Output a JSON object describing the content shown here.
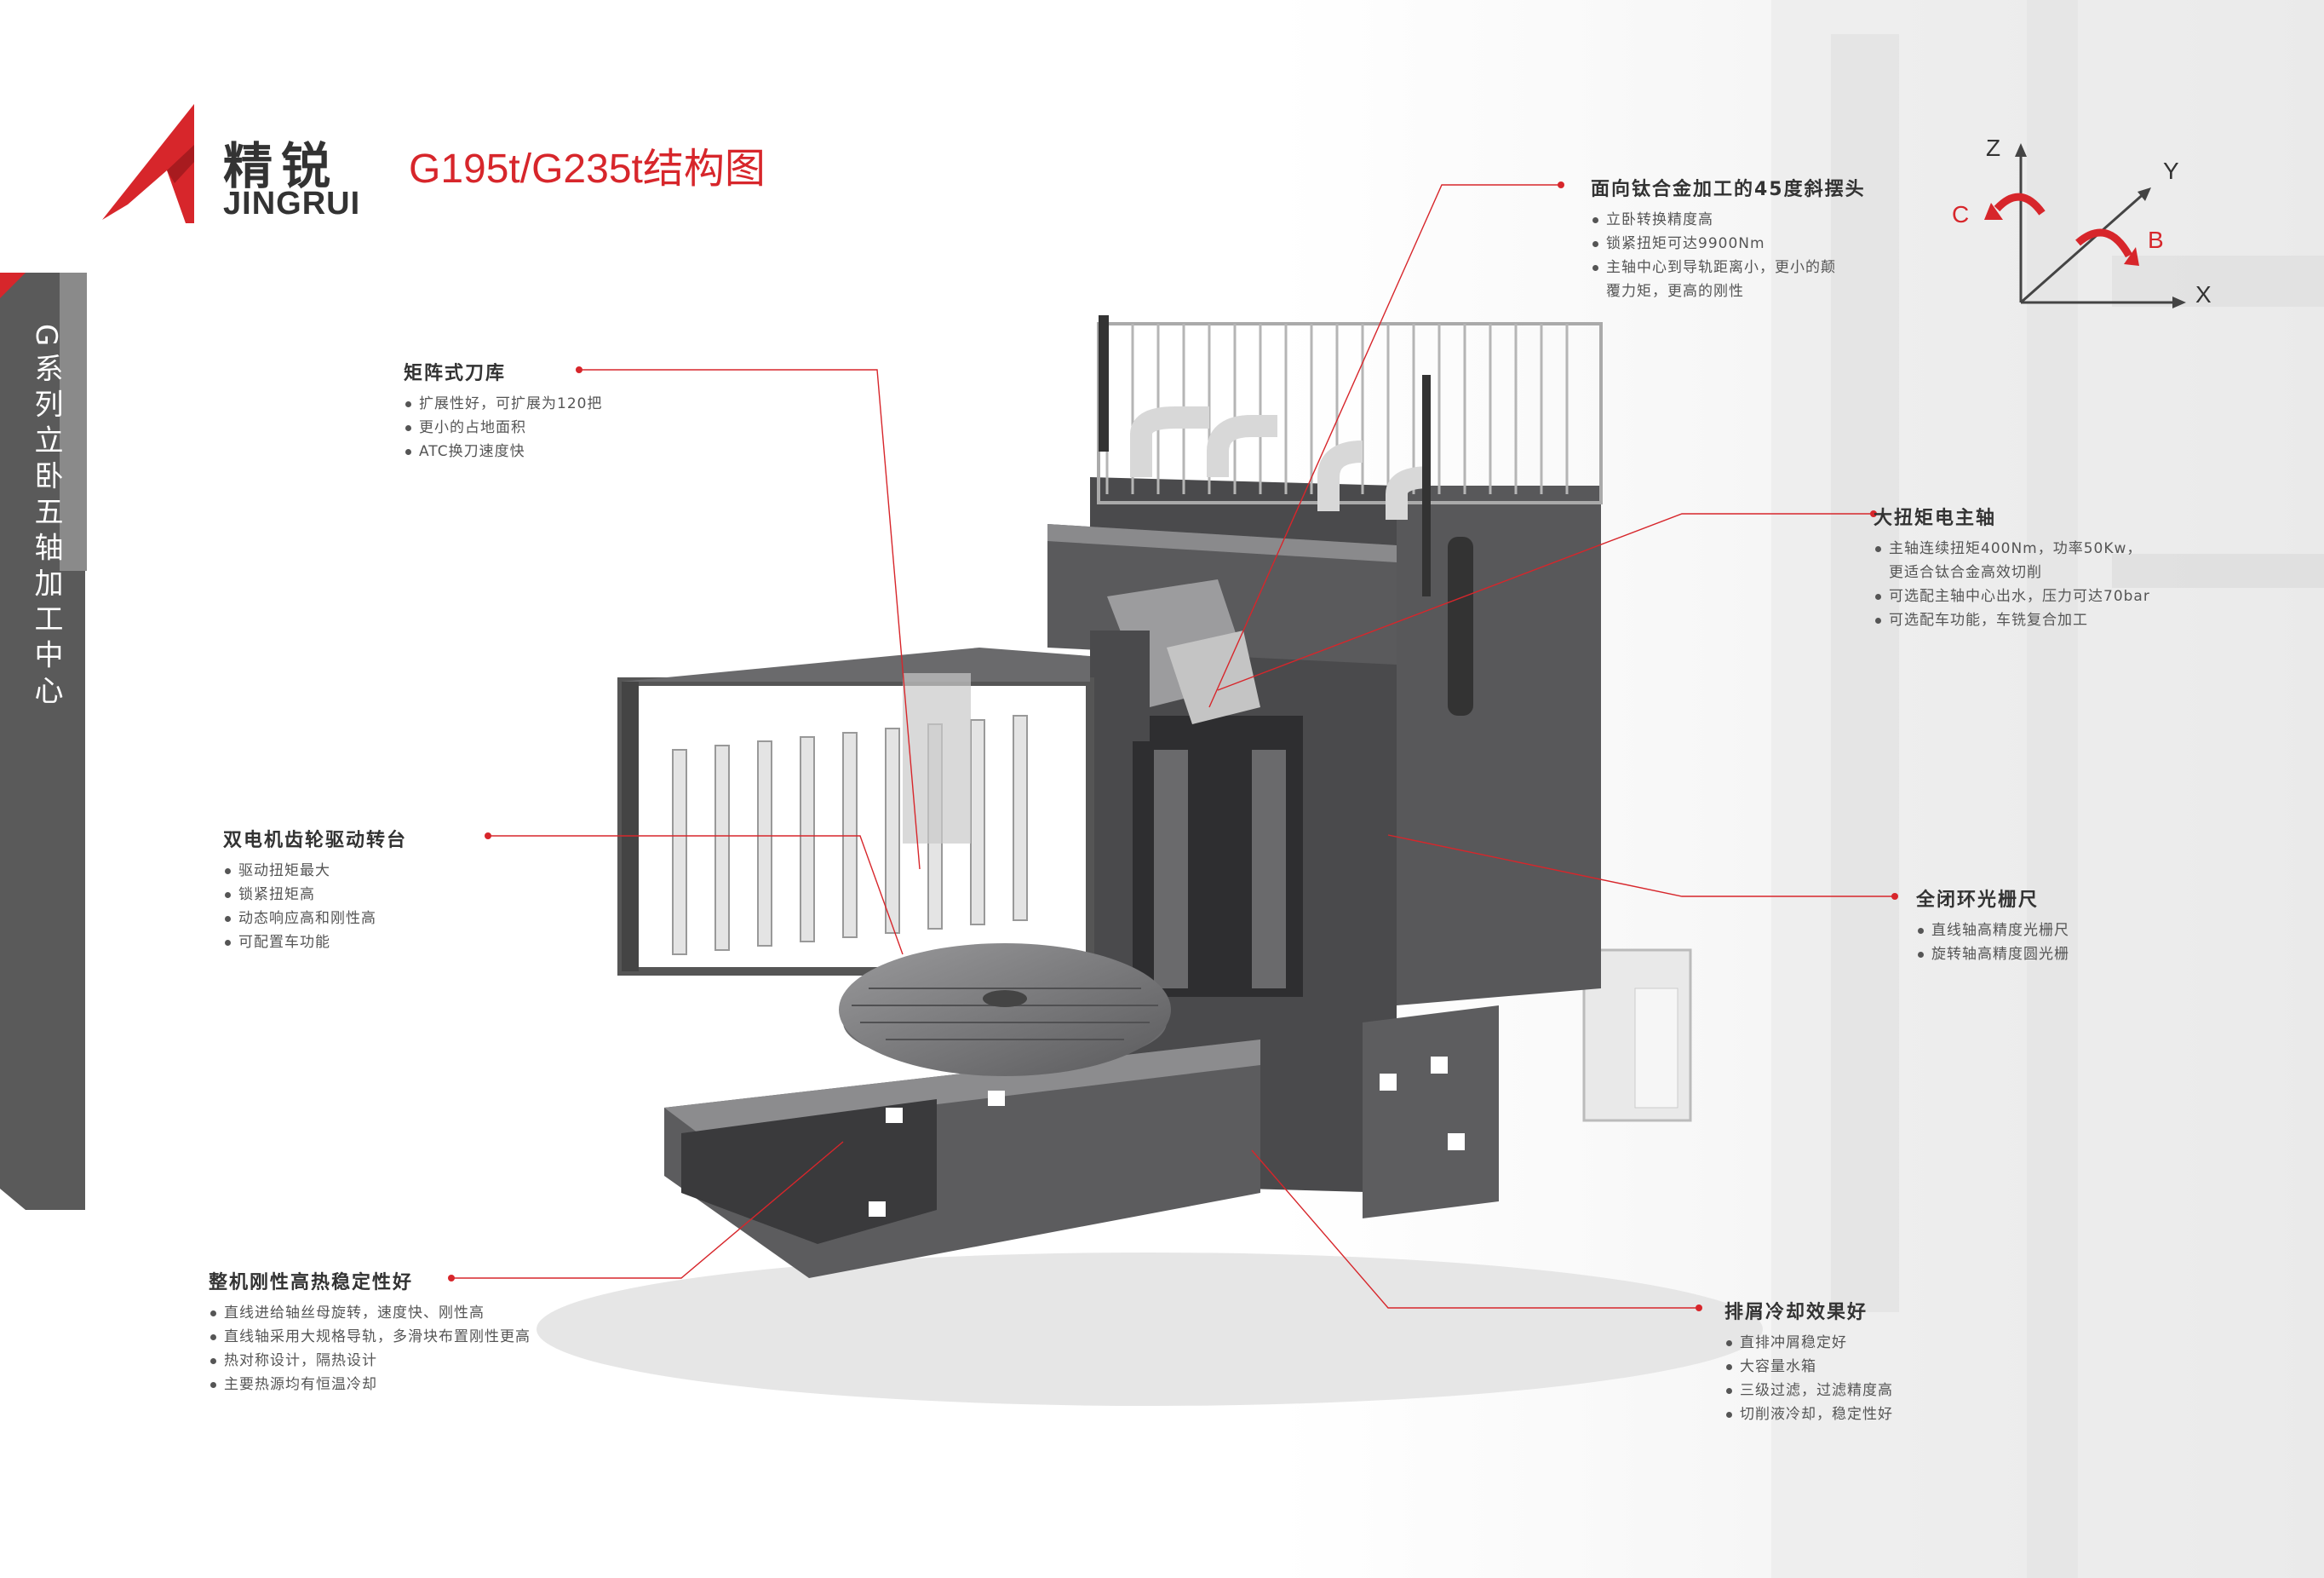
{
  "brand": {
    "name_cn": "精锐",
    "name_en": "JINGRUI"
  },
  "title": "G195t/G235t结构图",
  "sidebar_text": "G系列立卧五轴加工中心",
  "axes": {
    "z": "Z",
    "y": "Y",
    "x": "X",
    "c": "C",
    "b": "B"
  },
  "callouts": {
    "head": {
      "title": "面向钛合金加工的45度斜摆头",
      "items": [
        "立卧转换精度高",
        "锁紧扭矩可达9900Nm",
        "主轴中心到导轨距离小，更小的颠",
        "覆力矩，更高的刚性"
      ]
    },
    "magazine": {
      "title": "矩阵式刀库",
      "items": [
        "扩展性好，可扩展为120把",
        "更小的占地面积",
        "ATC换刀速度快"
      ]
    },
    "spindle": {
      "title": "大扭矩电主轴",
      "items": [
        "主轴连续扭矩400Nm，功率50Kw，",
        "更适合钛合金高效切削",
        "可选配主轴中心出水，压力可达70bar",
        "可选配车功能，车铣复合加工"
      ]
    },
    "table": {
      "title": "双电机齿轮驱动转台",
      "items": [
        "驱动扭矩最大",
        "锁紧扭矩高",
        "动态响应高和刚性高",
        "可配置车功能"
      ]
    },
    "scale": {
      "title": "全闭环光栅尺",
      "items": [
        "直线轴高精度光栅尺",
        "旋转轴高精度圆光栅"
      ]
    },
    "rigidity": {
      "title": "整机刚性高热稳定性好",
      "items": [
        "直线进给轴丝母旋转，速度快、刚性高",
        "直线轴采用大规格导轨，多滑块布置刚性更高",
        "热对称设计，隔热设计",
        "主要热源均有恒温冷却"
      ]
    },
    "chip": {
      "title": "排屑冷却效果好",
      "items": [
        "直排冲屑稳定好",
        "大容量水箱",
        "三级过滤，过滤精度高",
        "切削液冷却，稳定性好"
      ]
    }
  },
  "colors": {
    "accent": "#d7262b",
    "machine_dark": "#4a4a4c",
    "machine_mid": "#6b6b6d",
    "sidebar": "#5a5a5a"
  }
}
